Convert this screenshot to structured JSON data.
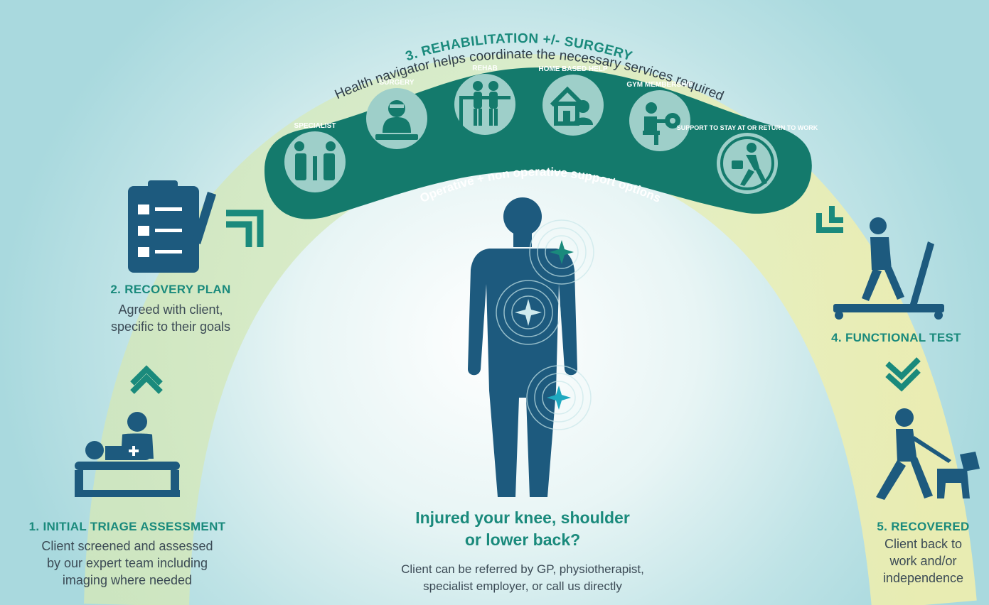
{
  "colors": {
    "navy": "#1d5a7e",
    "teal": "#1a8a7c",
    "teal_dark": "#147a6c",
    "yellow_band": "#f1efb0",
    "green_band": "#cfe6bb",
    "text_gray": "#3b4a55"
  },
  "banner": {
    "title": "3. REHABILITATION +/- SURGERY",
    "subtitle": "Health navigator helps coordinate the necessary services required",
    "bottom_text": "Operative + non operative support options",
    "services": [
      {
        "label": "SPECIALIST",
        "icon": "specialist-hands-icon"
      },
      {
        "label": "SURGERY",
        "icon": "surgeon-icon"
      },
      {
        "label": "REHAB",
        "icon": "rehab-walking-icon"
      },
      {
        "label": "HOME BASED HELP",
        "icon": "home-nurse-icon"
      },
      {
        "label": "GYM MEMBERSHIP",
        "icon": "gym-weight-icon"
      },
      {
        "label": "SUPPORT TO STAY AT OR RETURN TO WORK",
        "icon": "return-to-work-icon"
      }
    ]
  },
  "steps": {
    "step1": {
      "title": "1. INITIAL TRIAGE ASSESSMENT",
      "desc_lines": [
        "Client screened and assessed",
        "by our expert team including",
        "imaging where needed"
      ]
    },
    "step2": {
      "title": "2. RECOVERY PLAN",
      "desc_lines": [
        "Agreed with client,",
        "specific to their goals"
      ]
    },
    "step4": {
      "title": "4. FUNCTIONAL TEST"
    },
    "step5": {
      "title": "5. RECOVERED",
      "desc_lines": [
        "Client back to",
        "work and/or",
        "independence"
      ]
    }
  },
  "center": {
    "title_lines": [
      "Injured your knee, shoulder",
      "or lower back?"
    ],
    "desc_lines": [
      "Client can be referred by GP, physiotherapist,",
      "specialist employer, or call us directly"
    ]
  }
}
